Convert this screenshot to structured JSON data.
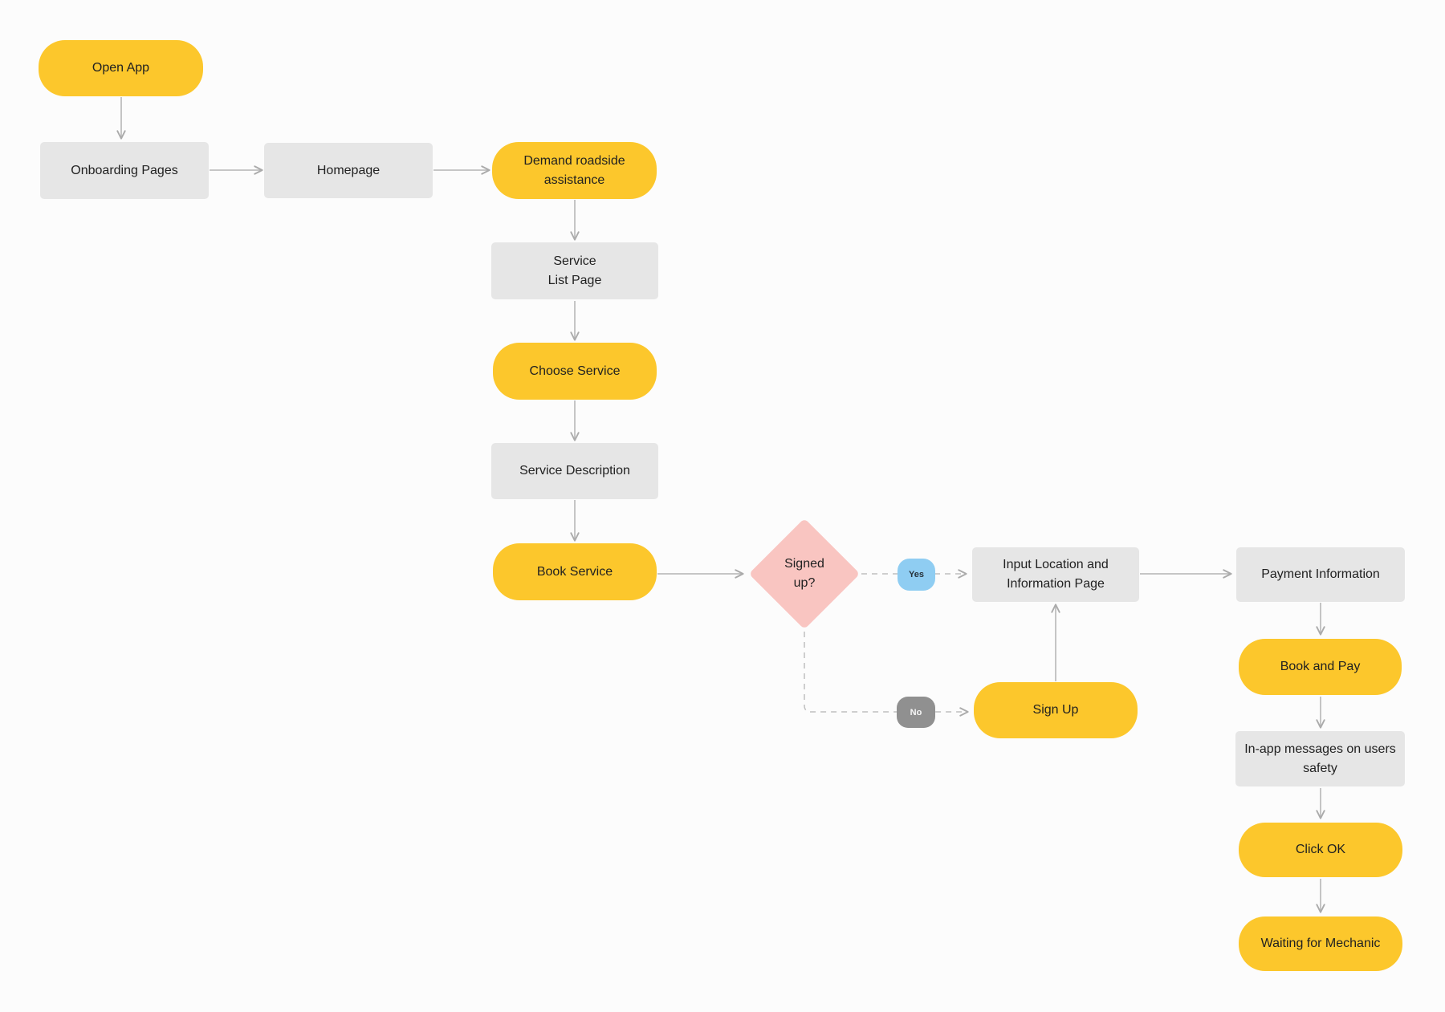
{
  "diagram": {
    "type": "flowchart",
    "background": "#FCFCFC",
    "colors": {
      "action_fill": "#FCC72C",
      "screen_fill": "#E6E6E6",
      "decision_fill": "#F9C5C1",
      "yes_badge_fill": "#8FCDF2",
      "no_badge_fill": "#909090",
      "connector": "#B3B3B3",
      "text": "#212121"
    },
    "nodes": [
      {
        "id": "open-app",
        "type": "action",
        "label": "Open App"
      },
      {
        "id": "onboarding-pages",
        "type": "screen",
        "label": "Onboarding Pages"
      },
      {
        "id": "homepage",
        "type": "screen",
        "label": "Homepage"
      },
      {
        "id": "demand-roadside-assistance",
        "type": "action",
        "label": "Demand roadside\nassistance"
      },
      {
        "id": "service-list-page",
        "type": "screen",
        "label": "Service\nList Page"
      },
      {
        "id": "choose-service",
        "type": "action",
        "label": "Choose Service"
      },
      {
        "id": "service-description",
        "type": "screen",
        "label": "Service Description"
      },
      {
        "id": "book-service",
        "type": "action",
        "label": "Book Service"
      },
      {
        "id": "signed-up",
        "type": "decision",
        "label": "Signed\nup?"
      },
      {
        "id": "input-location-page",
        "type": "screen",
        "label": "Input Location and\nInformation Page"
      },
      {
        "id": "sign-up",
        "type": "action",
        "label": "Sign Up"
      },
      {
        "id": "payment-information",
        "type": "screen",
        "label": "Payment Information"
      },
      {
        "id": "book-and-pay",
        "type": "action",
        "label": "Book and Pay"
      },
      {
        "id": "in-app-safety-message",
        "type": "screen",
        "label": "In-app messages on users\nsafety"
      },
      {
        "id": "click-ok",
        "type": "action",
        "label": "Click OK"
      },
      {
        "id": "waiting-for-mechanic",
        "type": "action",
        "label": "Waiting for Mechanic"
      }
    ],
    "edge_labels": {
      "yes": "Yes",
      "no": "No"
    }
  }
}
